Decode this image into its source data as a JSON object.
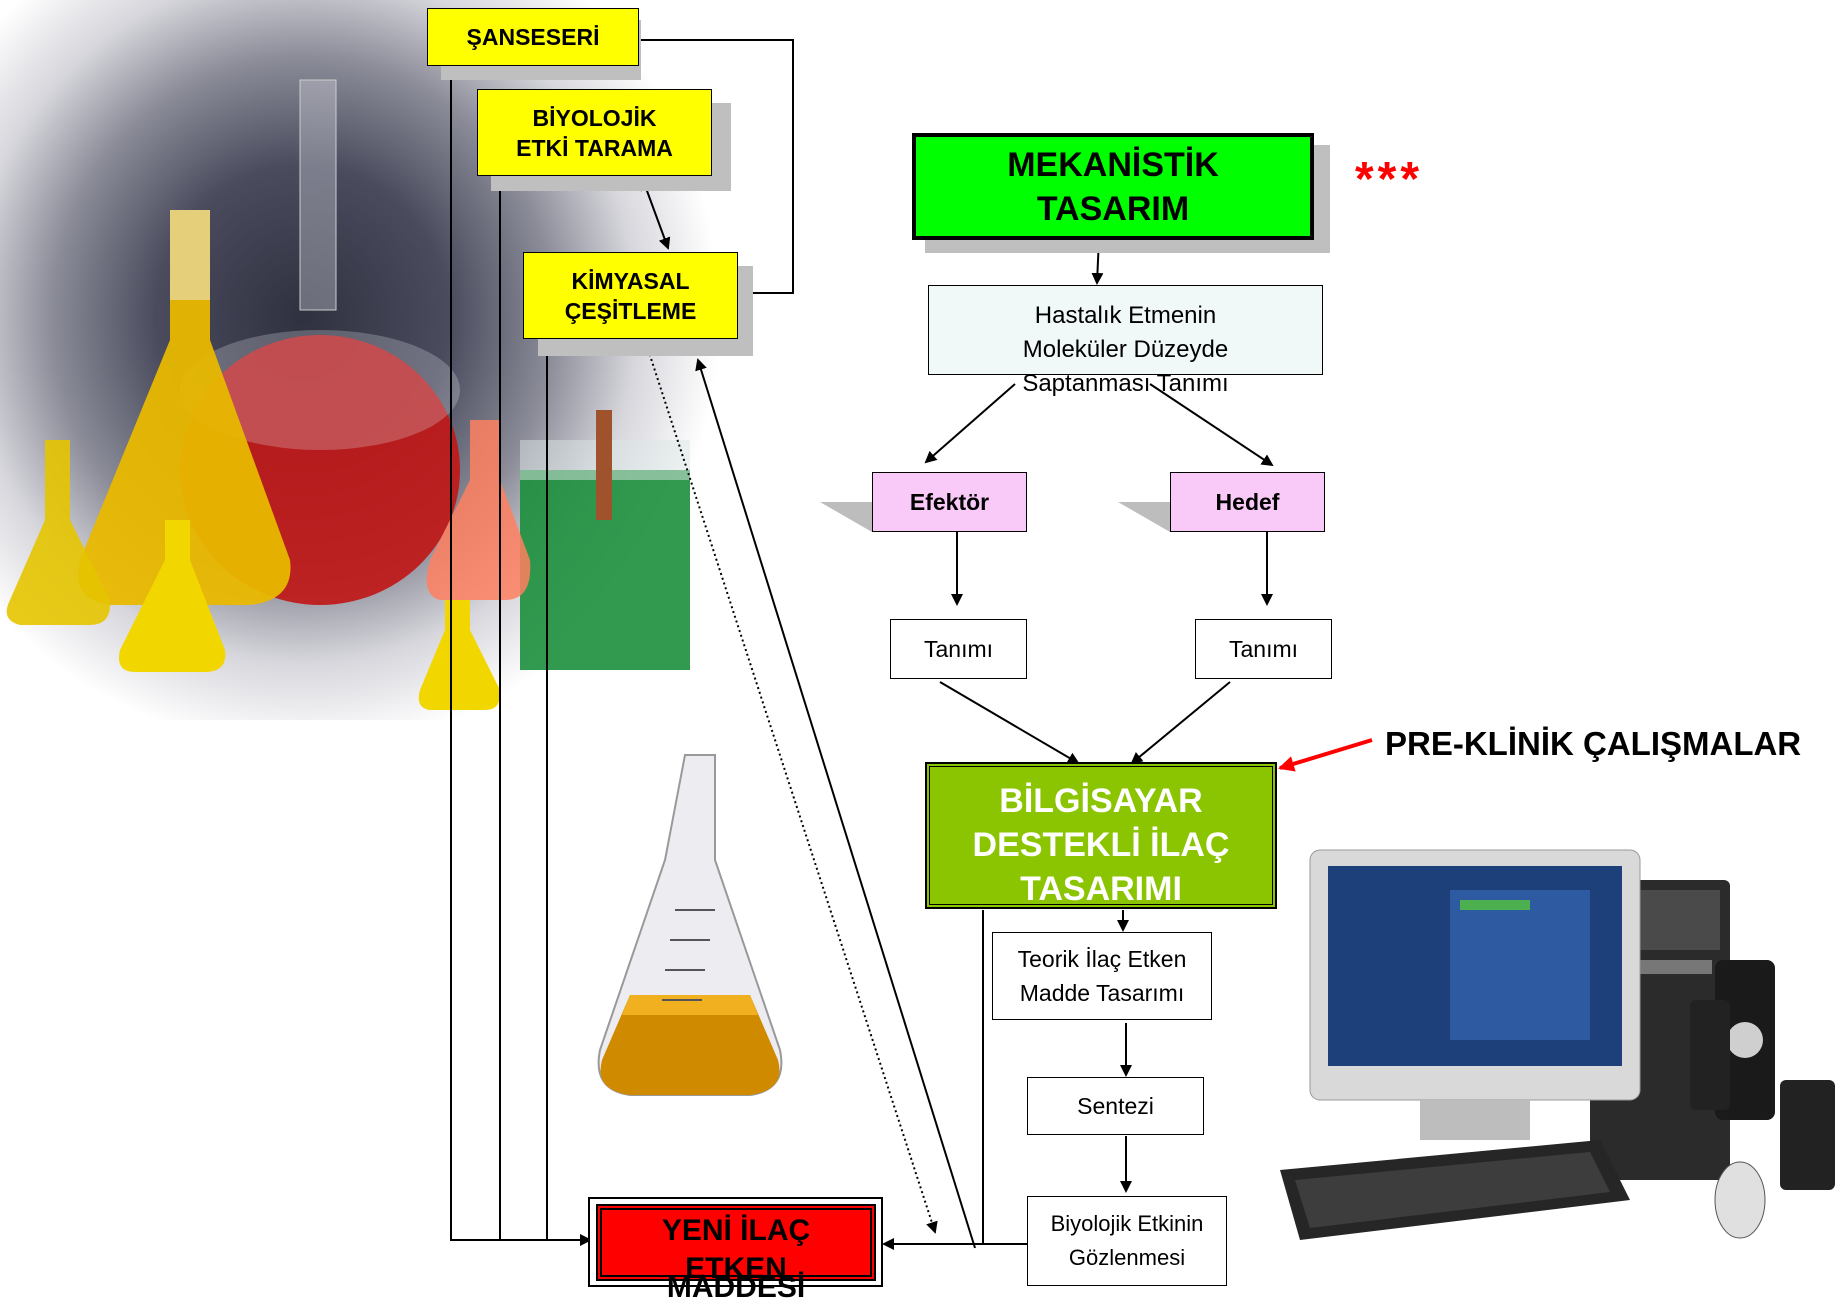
{
  "left_sources": {
    "sanseseri": "ŞANSESERİ",
    "biyolojik_line1": "BİYOLOJİK",
    "biyolojik_line2": "ETKİ TARAMA",
    "kimyasal_line1": "KİMYASAL",
    "kimyasal_line2": "ÇEŞİTLEME"
  },
  "mekanistik": {
    "line1": "MEKANİSTİK",
    "line2": "TASARIM",
    "stars": "***"
  },
  "hastalik": {
    "line1": "Hastalık Etmenin",
    "line2": "Moleküler Düzeyde",
    "line3": "Saptanması Tanımı"
  },
  "efektor": "Efektör",
  "hedef": "Hedef",
  "tanimi_left": "Tanımı",
  "tanimi_right": "Tanımı",
  "bilgisayar": {
    "line1": "BİLGİSAYAR",
    "line2": "DESTEKLİ İLAÇ",
    "line3": "TASARIMI"
  },
  "preklinik": "PRE-KLİNİK ÇALIŞMALAR",
  "teorik": {
    "line1": "Teorik İlaç Etken",
    "line2": "Madde Tasarımı"
  },
  "sentezi": "Sentezi",
  "biyolojik_etki": {
    "line1": "Biyolojik Etkinin",
    "line2": "Gözlenmesi"
  },
  "yeni_ilac": {
    "line1": "YENİ  İLAÇ",
    "line2": "ETKEN",
    "line3": "MADDESİ"
  },
  "colors": {
    "yellow": "#ffff00",
    "green_bright": "#00ff00",
    "green_olive": "#8bc400",
    "red": "#ff0000",
    "pink": "#f9c9f7"
  },
  "images": [
    "laboratory-glassware-photo",
    "erlenmeyer-flask-photo",
    "desktop-computer-photo"
  ]
}
